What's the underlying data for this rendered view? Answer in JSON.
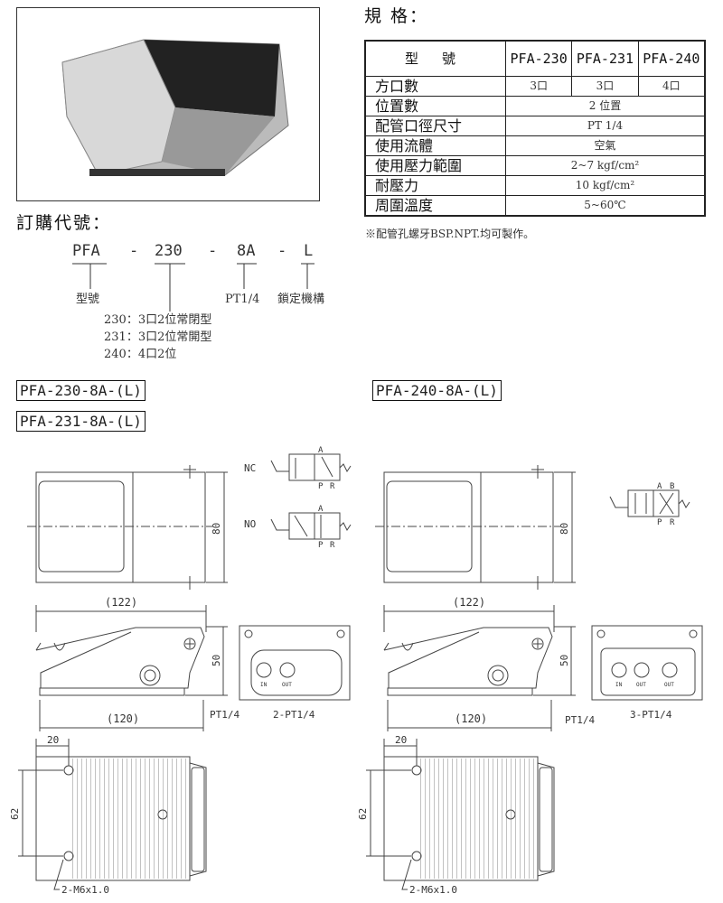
{
  "spec": {
    "title": "規 格：",
    "header": {
      "label": "型號",
      "models": [
        "PFA-230",
        "PFA-231",
        "PFA-240"
      ]
    },
    "rows": [
      {
        "label": "方口數",
        "values": [
          "3口",
          "3口",
          "4口"
        ]
      },
      {
        "label": "位置數",
        "value": "2 位置"
      },
      {
        "label": "配管口徑尺寸",
        "value": "PT 1/4"
      },
      {
        "label": "使用流體",
        "value": "空氣"
      },
      {
        "label": "使用壓力範圍",
        "value": "2~7 kgf/cm²"
      },
      {
        "label": "耐壓力",
        "value": "10 kgf/cm²"
      },
      {
        "label": "周圍溫度",
        "value": "5~60℃"
      }
    ],
    "note": "※配管孔螺牙BSP.NPT.均可製作。"
  },
  "order": {
    "title": "訂購代號：",
    "parts": [
      "PFA",
      "-",
      "230",
      "-",
      "8A",
      "-",
      "L"
    ],
    "labels": {
      "model": "型號",
      "port": "PT1/4",
      "lock": "鎖定機構"
    },
    "types": [
      "230：3口2位常閉型",
      "231：3口2位常開型",
      "240：4口2位"
    ]
  },
  "models": {
    "left1": "PFA-230-8A-(L)",
    "left2": "PFA-231-8A-(L)",
    "right": "PFA-240-8A-(L)"
  },
  "drawing": {
    "nc": "NC",
    "no": "NO",
    "port_a": "A",
    "port_b": "B",
    "port_p": "P",
    "port_r": "R",
    "dim_80": "80",
    "dim_122": "(122)",
    "dim_120": "(120)",
    "dim_50": "50",
    "dim_20": "20",
    "dim_62": "62",
    "pt": "PT1/4",
    "pt2": "2-PT1/4",
    "pt3": "3-PT1/4",
    "m6": "2-M6x1.0",
    "in": "IN",
    "out": "OUT"
  }
}
